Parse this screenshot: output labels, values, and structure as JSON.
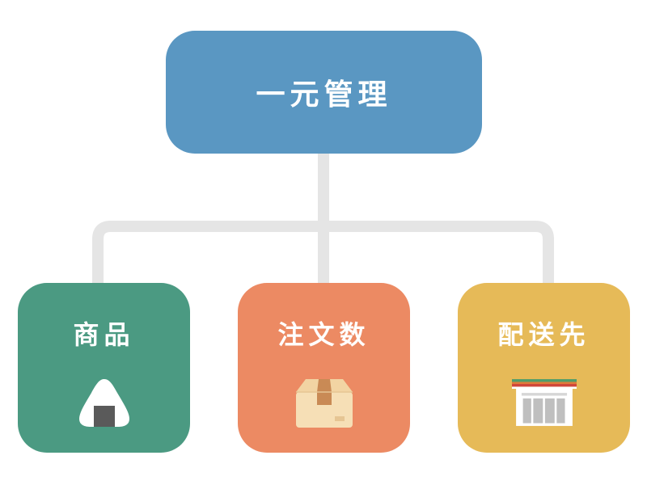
{
  "root": {
    "label": "一元管理",
    "color": "#5a97c2"
  },
  "children": [
    {
      "label": "商品",
      "color": "#4b9a82",
      "icon": "rice-ball-icon"
    },
    {
      "label": "注文数",
      "color": "#ec8a63",
      "icon": "cardboard-box-icon"
    },
    {
      "label": "配送先",
      "color": "#e6ba58",
      "icon": "convenience-store-icon"
    }
  ],
  "connector_color": "#e5e5e5"
}
